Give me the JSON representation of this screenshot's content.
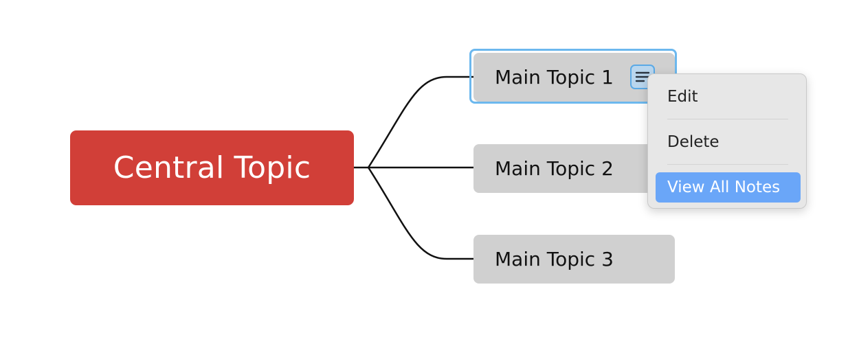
{
  "mindmap": {
    "central_topic": {
      "label": "Central Topic",
      "color": "#d13f38"
    },
    "main_topics": [
      {
        "label": "Main Topic 1",
        "selected": true,
        "has_note": true
      },
      {
        "label": "Main Topic 2",
        "selected": false,
        "has_note": false
      },
      {
        "label": "Main Topic 3",
        "selected": false,
        "has_note": false
      }
    ],
    "topic_color": "#d0d0d0",
    "connector_color": "#111111",
    "selection_color": "#6cb8ee",
    "note_icon": "note-lines-icon"
  },
  "context_menu": {
    "items": [
      {
        "label": "Edit",
        "highlighted": false
      },
      {
        "label": "Delete",
        "highlighted": false
      },
      {
        "label": "View All Notes",
        "highlighted": true
      }
    ],
    "highlight_color": "#6aa6f8"
  }
}
